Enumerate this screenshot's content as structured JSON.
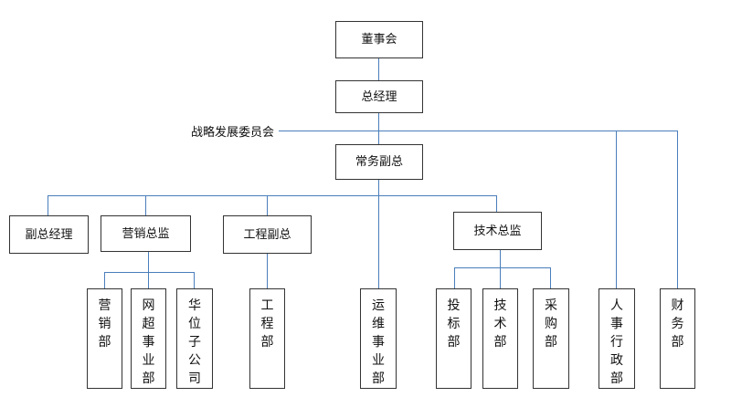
{
  "diagram": {
    "board": "董事会",
    "general_manager": "总经理",
    "strategy_committee": "战略发展委员会",
    "executive_vp": "常务副总",
    "deputy_gm": "副总经理",
    "marketing_director": "营销总监",
    "engineering_vp": "工程副总",
    "tech_director": "技术总监",
    "marketing_dept": "营销部",
    "supermarket_division": "网超事业部",
    "huawei_subsidiary": "华位子公司",
    "engineering_dept": "工程部",
    "operations_division": "运维事业部",
    "bidding_dept": "投标部",
    "technology_dept": "技术部",
    "purchasing_dept": "采购部",
    "hr_admin_dept": "人事行政部",
    "finance_dept": "财务部"
  },
  "colors": {
    "connector": "#4a7ebb",
    "border": "#333333"
  }
}
